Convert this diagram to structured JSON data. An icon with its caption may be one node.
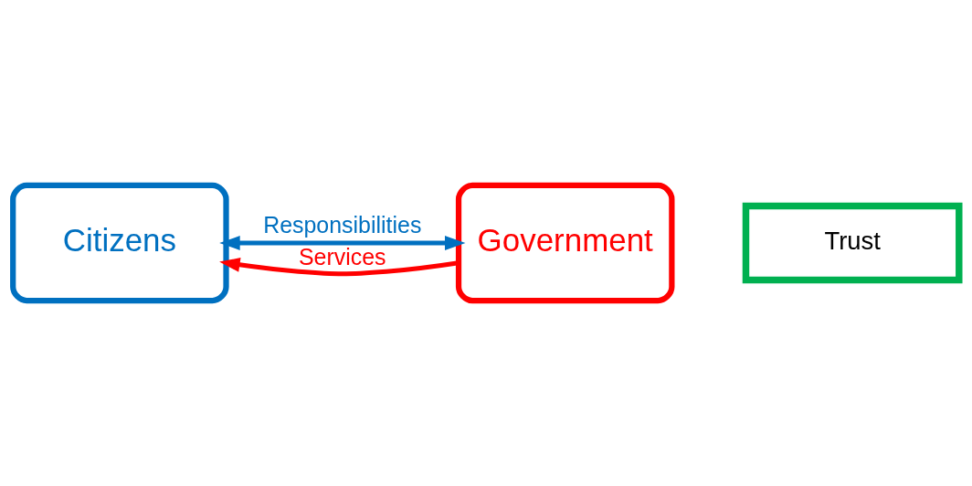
{
  "diagram": {
    "nodes": [
      {
        "text": [
          "Citizens"
        ]
      },
      {
        "text": [
          "Trust"
        ]
      },
      {
        "text": [
          "Government"
        ]
      }
    ],
    "edges": [
      {
        "from": 2,
        "to": 0,
        "arrow": "to",
        "label": "Services",
        "color": "#ff0000"
      },
      {
        "from": 0,
        "to": 2,
        "arrow": "both",
        "label": "Responsibilities",
        "color": "#0070c0"
      }
    ]
  }
}
